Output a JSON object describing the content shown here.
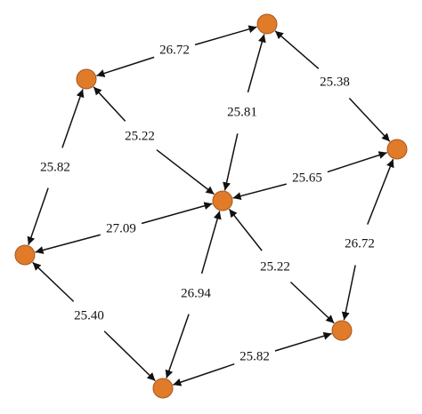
{
  "colors": {
    "node_fill": "#e07b2a",
    "node_stroke": "#a8561a",
    "edge": "#111111",
    "background": "#ffffff"
  },
  "nodes": [
    {
      "id": "top"
    },
    {
      "id": "upper-left"
    },
    {
      "id": "right"
    },
    {
      "id": "center"
    },
    {
      "id": "left"
    },
    {
      "id": "lower-right"
    },
    {
      "id": "bottom"
    }
  ],
  "edges": [
    {
      "id": "e-ul-top",
      "label": "26.72"
    },
    {
      "id": "e-center-ul",
      "label": "25.22"
    },
    {
      "id": "e-center-top",
      "label": "25.81"
    },
    {
      "id": "e-top-right",
      "label": "25.38"
    },
    {
      "id": "e-left-ul",
      "label": "25.82"
    },
    {
      "id": "e-right-center",
      "label": "25.65"
    },
    {
      "id": "e-left-center",
      "label": "27.09"
    },
    {
      "id": "e-bottom-center",
      "label": "26.94"
    },
    {
      "id": "e-center-lr",
      "label": "25.22"
    },
    {
      "id": "e-lr-right",
      "label": "26.72"
    },
    {
      "id": "e-left-bottom",
      "label": "25.40"
    },
    {
      "id": "e-bottom-lr",
      "label": "25.82"
    }
  ]
}
